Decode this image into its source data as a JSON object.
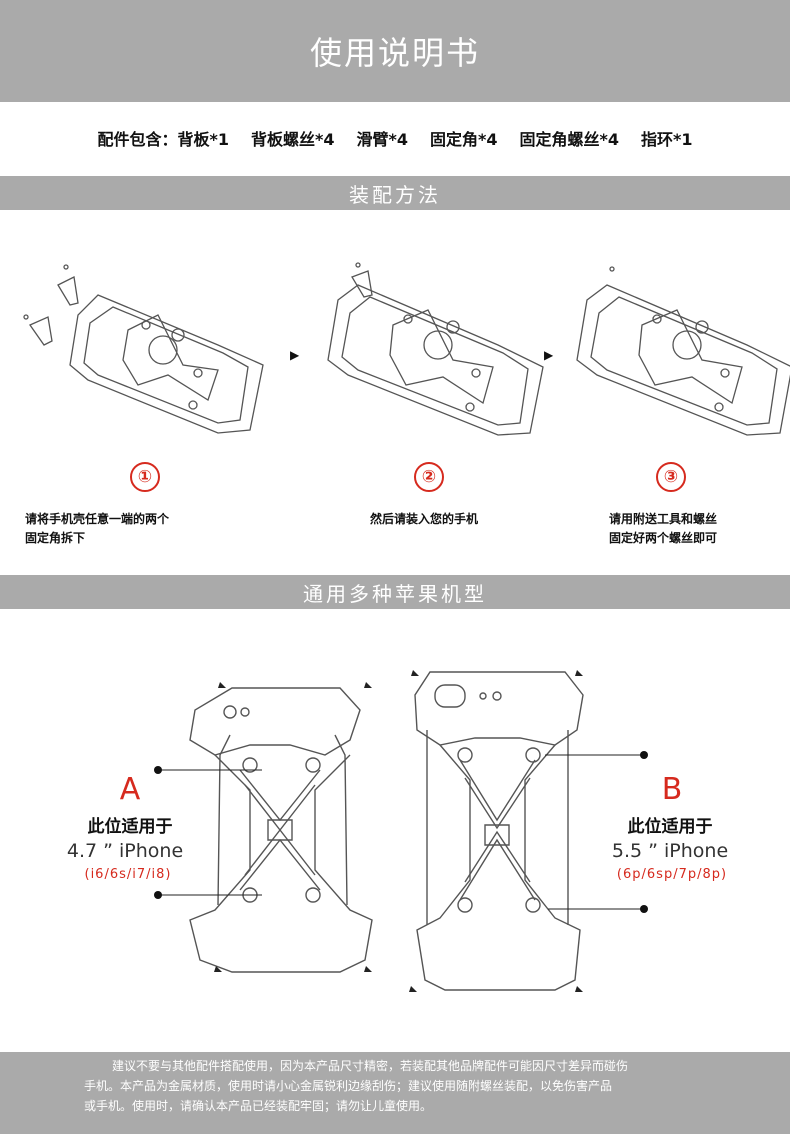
{
  "header": {
    "title": "使用说明书"
  },
  "accessories": [
    "配件包含：背板*1",
    "背板螺丝*4",
    "滑臂*4",
    "固定角*4",
    "固定角螺丝*4",
    "指环*1"
  ],
  "sections": {
    "assembly": "装配方法",
    "compat": "通用多种苹果机型"
  },
  "steps": [
    {
      "num": "①",
      "line1": "请将手机壳任意一端的两个",
      "line2": "固定角拆下"
    },
    {
      "num": "②",
      "line1": "然后请装入您的手机",
      "line2": ""
    },
    {
      "num": "③",
      "line1": "请用附送工具和螺丝",
      "line2": "固定好两个螺丝即可"
    }
  ],
  "arrows": [
    "▶",
    "▶"
  ],
  "models": [
    {
      "letter": "A",
      "fit": "此位适用于",
      "size": "4.7 ” iPhone",
      "list": "(i6/6s/i7/i8)"
    },
    {
      "letter": "B",
      "fit": "此位适用于",
      "size": "5.5 ” iPhone",
      "list": "(6p/6sp/7p/8p)"
    }
  ],
  "notes": [
    "建议不要与其他配件搭配使用，因为本产品尺寸精密，若装配其他品牌配件可能因尺寸差异而碰伤",
    "手机。本产品为金属材质，使用时请小心金属锐利边缘刮伤；建议使用随附螺丝装配，以免伤害产品",
    "或手机。使用时，请确认本产品已经装配牢固；请勿让儿童使用。"
  ]
}
